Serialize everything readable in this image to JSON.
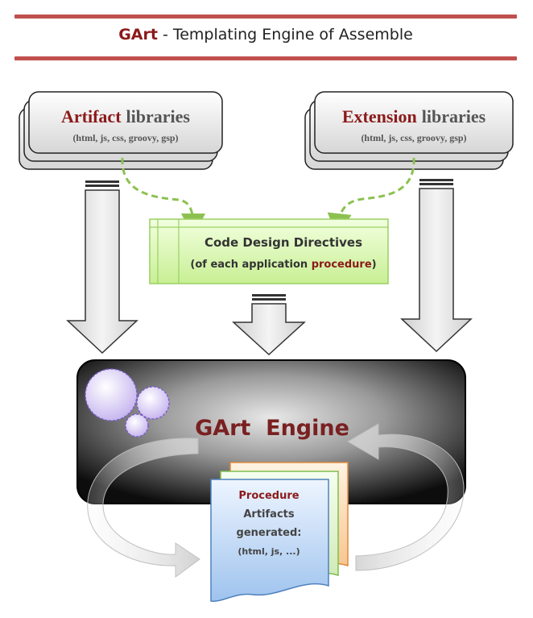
{
  "header": {
    "title_strong": "GArt",
    "title_rest": "- Templating Engine of Assemble"
  },
  "artifact_libraries": {
    "title_strong": "Artifact",
    "title_rest": "libraries",
    "subtitle": "(html, js, css, groovy, gsp)"
  },
  "extension_libraries": {
    "title_strong": "Extension",
    "title_rest": "libraries",
    "subtitle": "(html, js, css, groovy, gsp)"
  },
  "directives": {
    "line1": "Code Design Directives",
    "line2_pre": "(of each application ",
    "line2_strong": "procedure",
    "line2_post": ")"
  },
  "engine": {
    "label": "GArt  Engine"
  },
  "output_doc": {
    "line1": "Procedure",
    "line2": "Artifacts",
    "line3": "generated:",
    "line4": "(html, js, ...)"
  },
  "colors": {
    "accent_red": "#c0504d",
    "dark_red": "#8b1a1a",
    "directive_green": "#d9f7b0",
    "doc_blue": "#bdd7f5",
    "dashed_arrow": "#8cc150",
    "cloud_purple": "#c9b8f0"
  }
}
